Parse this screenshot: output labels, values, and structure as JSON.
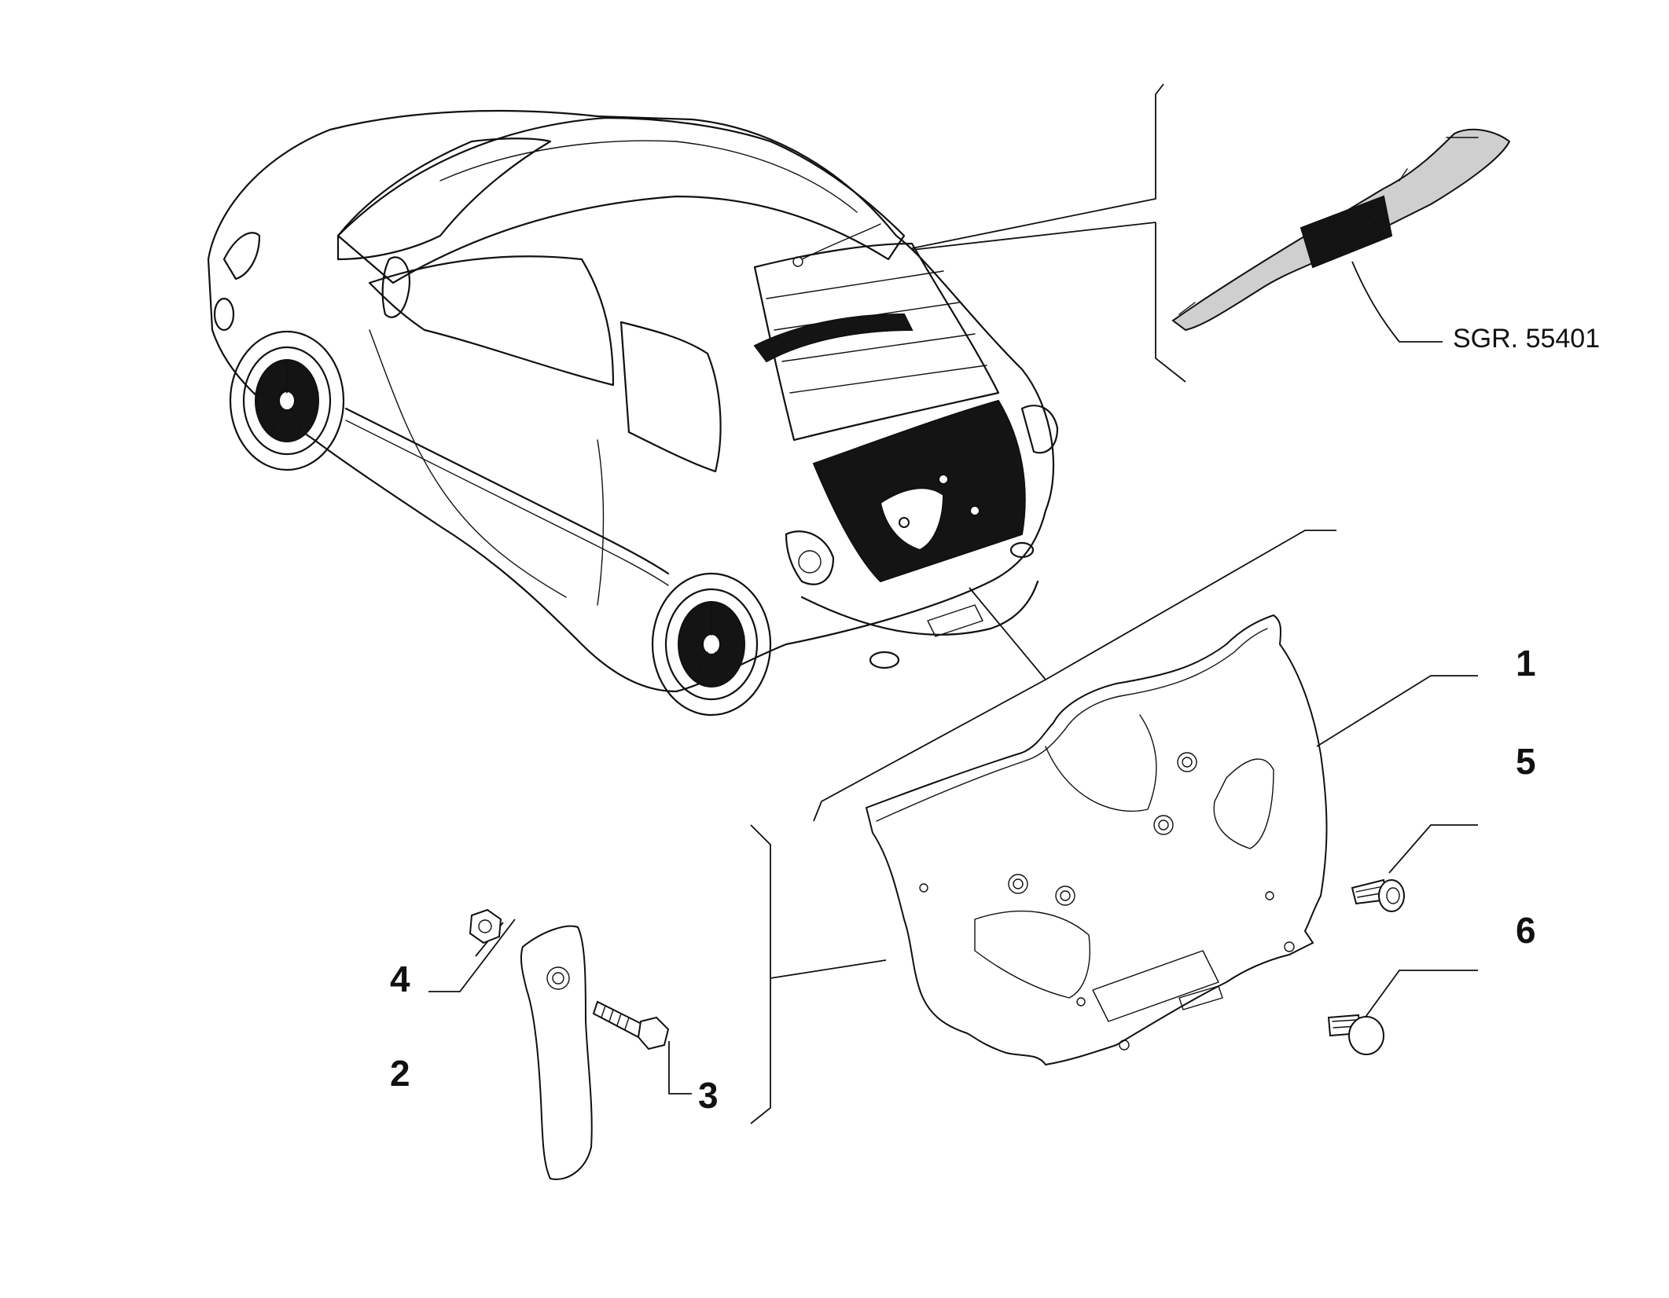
{
  "reference_label": "SGR. 55401",
  "callouts": {
    "c1": "1",
    "c2": "2",
    "c3": "3",
    "c4": "4",
    "c5": "5",
    "c6": "6"
  },
  "colors": {
    "line": "#111111",
    "background": "#ffffff"
  }
}
